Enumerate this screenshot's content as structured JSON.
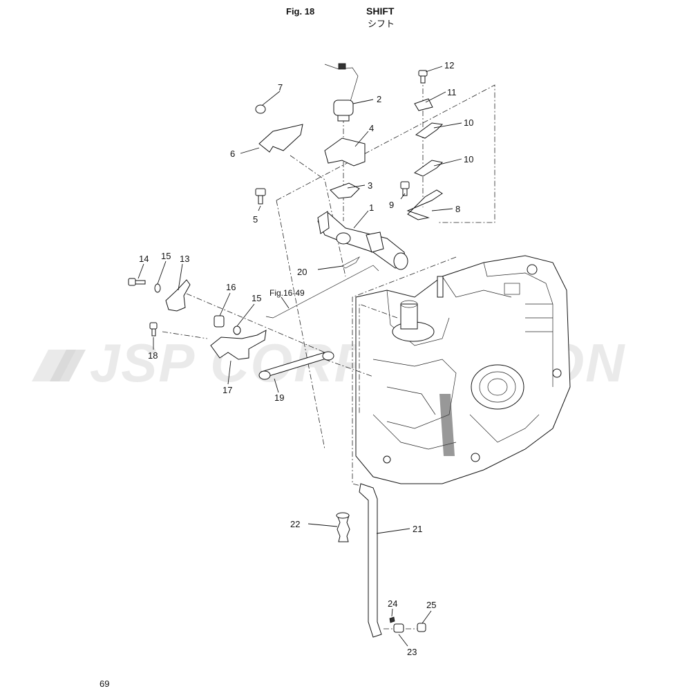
{
  "header": {
    "figure": "Fig. 18",
    "title_en": "SHIFT",
    "title_ja": "シフト"
  },
  "page_number": "69",
  "watermark": "JSP CORPORATION",
  "cross_reference": "Fig.16-49",
  "callouts": [
    "1",
    "2",
    "3",
    "4",
    "5",
    "6",
    "7",
    "8",
    "9",
    "10",
    "10",
    "11",
    "12",
    "13",
    "14",
    "15",
    "15",
    "16",
    "17",
    "18",
    "19",
    "20",
    "21",
    "22",
    "23",
    "24",
    "25"
  ]
}
